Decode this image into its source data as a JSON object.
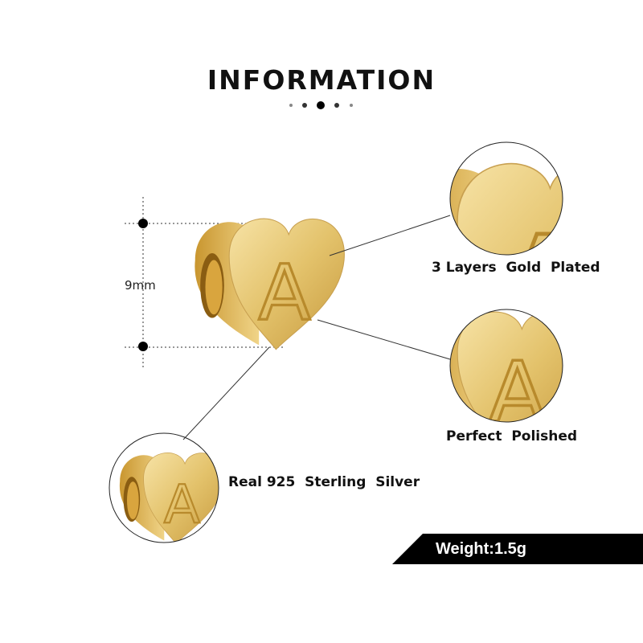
{
  "title": "INFORMATION",
  "dimension_label": "9mm",
  "features": {
    "top_right": "3 Layers  Gold  Plated",
    "middle_right": "Perfect  Polished",
    "bottom_left": "Real 925  Sterling  Silver"
  },
  "weight_label": "Weight:1.5g",
  "colors": {
    "gold": "#e3c26b",
    "gold_dark": "#b88a2c",
    "banner": "#000000"
  }
}
